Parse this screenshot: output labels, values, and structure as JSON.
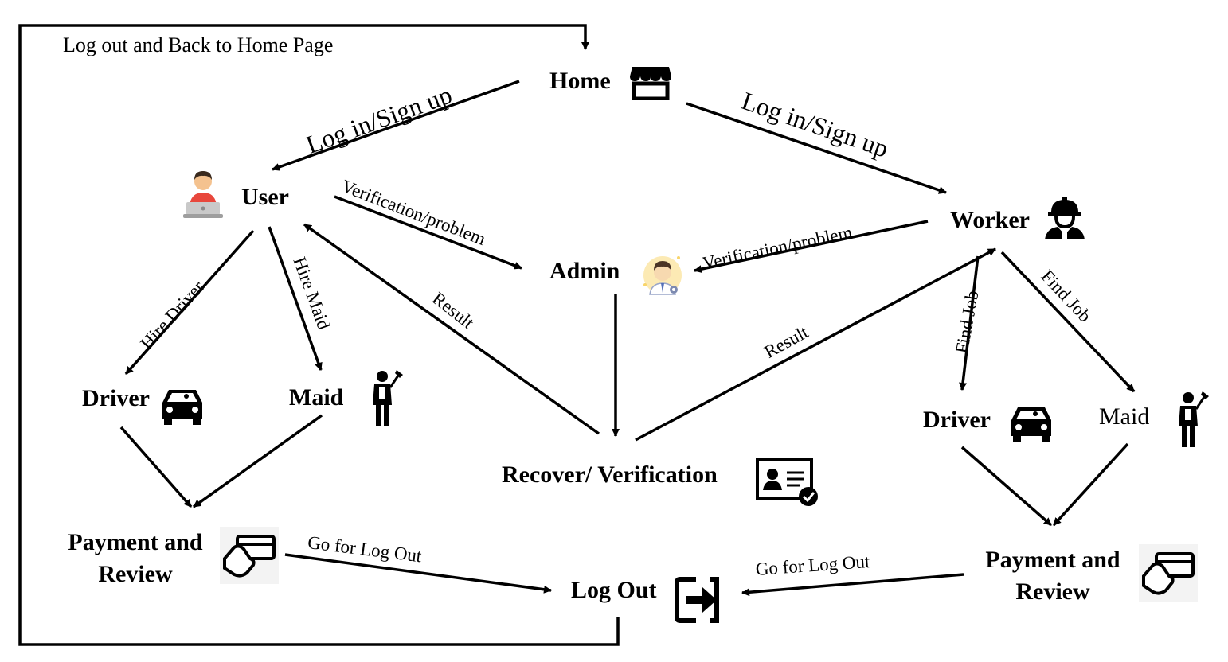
{
  "nodes": {
    "home": "Home",
    "user": "User",
    "worker": "Worker",
    "admin": "Admin",
    "driver_left": "Driver",
    "maid_left": "Maid",
    "driver_right": "Driver",
    "maid_right": "Maid",
    "recover": "Recover/ Verification",
    "payment_left": "Payment and Review",
    "payment_right": "Payment and Review",
    "logout": "Log Out"
  },
  "edges": {
    "back_home": "Log out and Back to Home Page",
    "home_user": "Log in/Sign up",
    "home_worker": "Log in/Sign up",
    "user_admin": "Verification/problem",
    "worker_admin": "Verification/problem",
    "user_driver": "Hire Driver",
    "user_maid": "Hire Maid",
    "recover_user": "Result",
    "recover_worker": "Result",
    "worker_driver": "Find Job",
    "worker_maid": "Find Job",
    "payment_left_logout": "Go for Log Out",
    "payment_right_logout": "Go for Log Out"
  },
  "icons": {
    "home": "storefront-icon",
    "user": "person-at-laptop-icon",
    "worker": "construction-worker-icon",
    "admin": "admin-avatar-icon",
    "driver": "car-icon",
    "maid": "maid-icon",
    "recover": "id-card-verified-icon",
    "payment": "card-payment-icon",
    "logout": "logout-icon"
  },
  "colors": {
    "stroke": "#000000",
    "user_shirt": "#e8473c",
    "user_skin": "#f4c28f",
    "admin_face": "#f7d9b0",
    "admin_halo": "#f9d56a"
  }
}
